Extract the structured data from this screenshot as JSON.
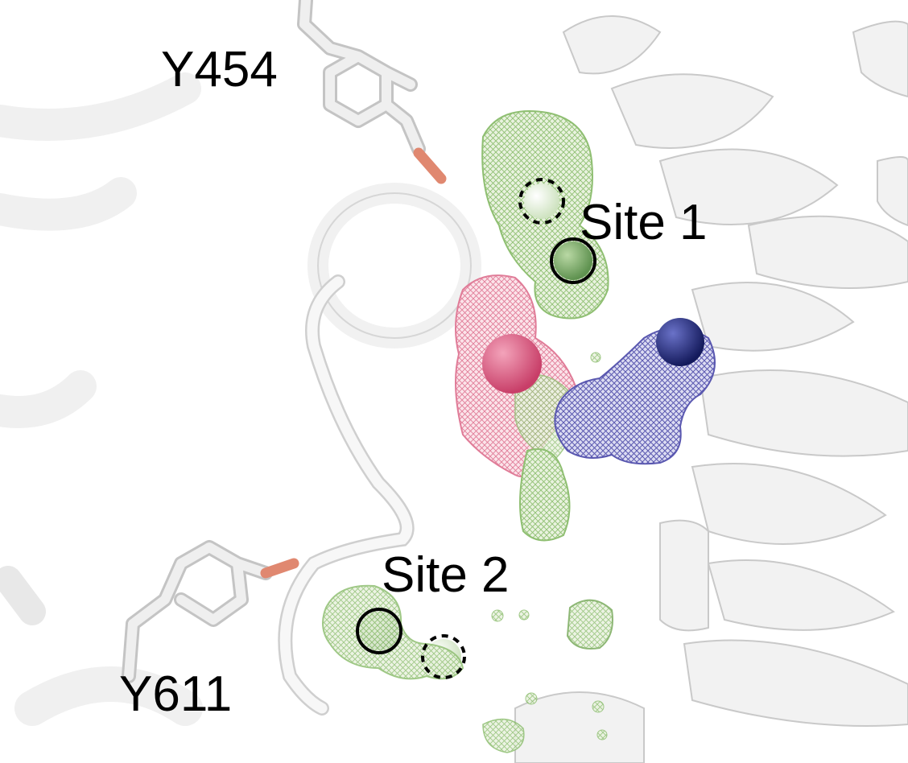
{
  "labels": {
    "y454": "Y454",
    "site1": "Site 1",
    "site2": "Site 2",
    "y611": "Y611"
  },
  "colors": {
    "background": "#ffffff",
    "ribbon_fill": "#f1f1f1",
    "ribbon_edge": "#c9c9c9",
    "residue_stick": "#e2e2e2",
    "oxygen_tip": "#e08870",
    "green_density": "#a6c98a",
    "green_atom": "#78a964",
    "pink_density": "#e07c98",
    "pink_atom": "#d9507a",
    "blue_density": "#5a58b0",
    "blue_atom": "#202878",
    "site_marker": "#000000"
  }
}
